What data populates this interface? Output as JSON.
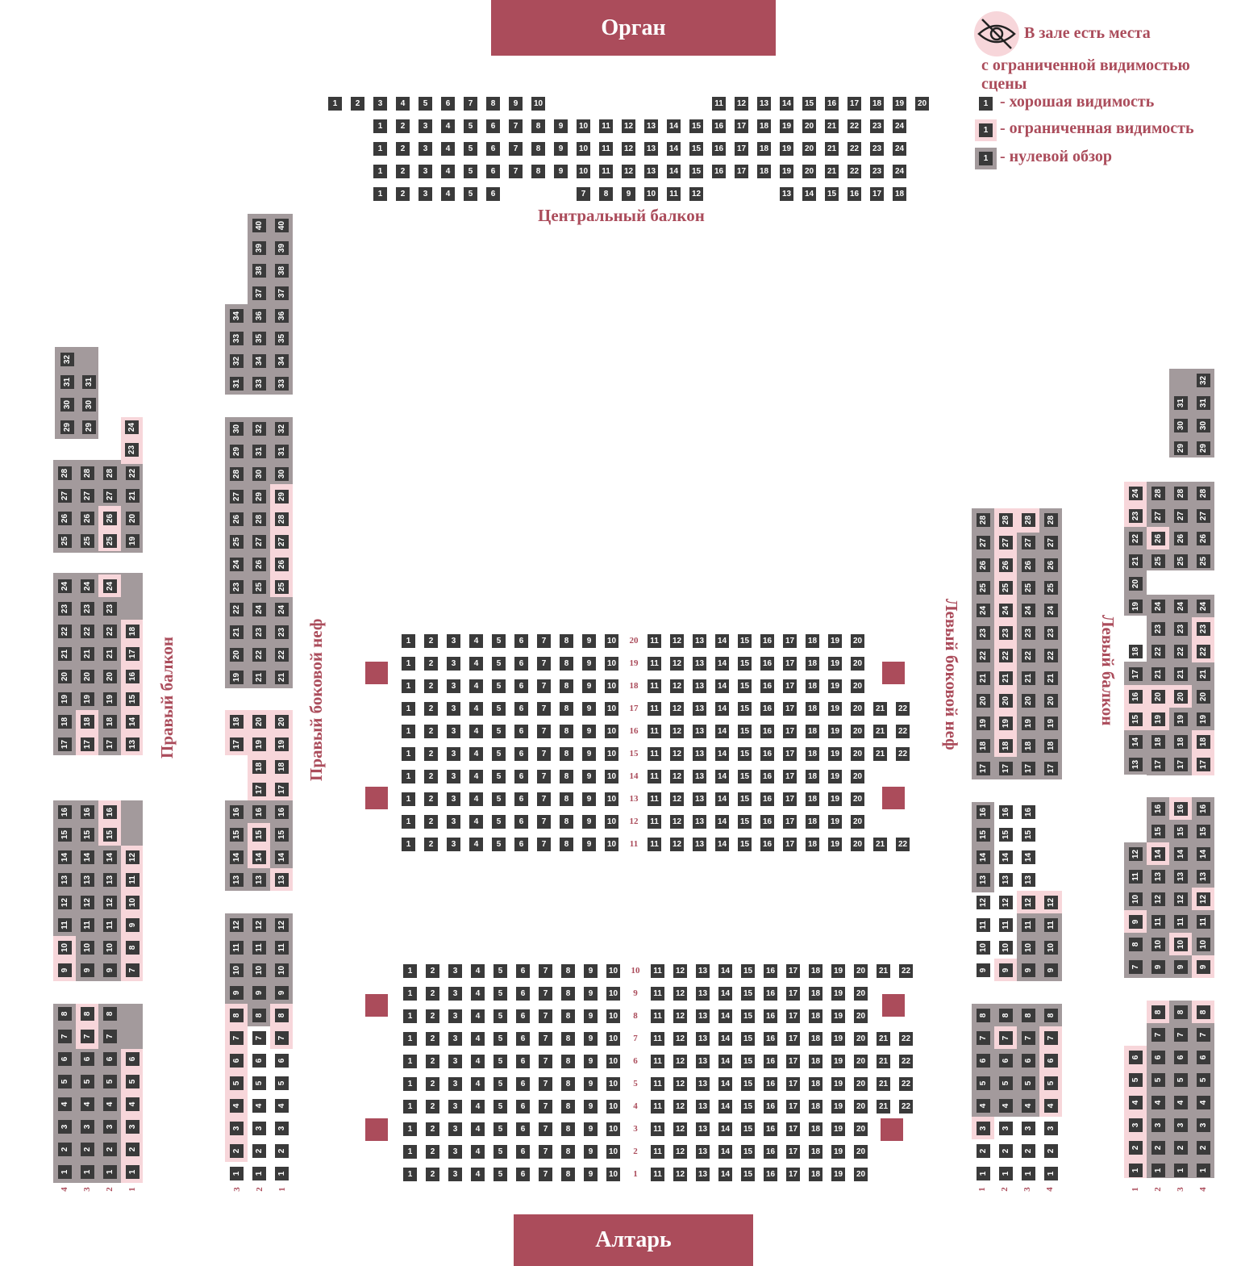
{
  "stage_top": "Орган",
  "stage_bottom": "Алтарь",
  "sections": {
    "central_balcony": "Центральный балкон",
    "right_balcony": "Правый балкон",
    "right_nave": "Правый боковой неф",
    "left_nave": "Левый боковой неф",
    "left_balcony": "Левый балкон"
  },
  "legend": {
    "title_line1": "В зале есть места",
    "title_line2": "с ограниченной видимостью",
    "title_line3": "сцены",
    "sample_seat": "1",
    "good": "- хорошая видимость",
    "limited": "- ограниченная видимость",
    "zero": "- нулевой обзор",
    "icon": "eye-crossed-icon"
  },
  "colors": {
    "accent": "#ab4c5b",
    "seat": "#3a3a3a",
    "limited": "#f7d6da",
    "zero": "#a39a9c"
  },
  "parterre": {
    "top_rows": [
      20,
      19,
      18,
      17,
      16,
      15,
      14,
      13,
      12,
      11
    ],
    "top_row_lengths": {
      "20": 20,
      "19": 20,
      "18": 20,
      "17": 22,
      "16": 22,
      "15": 22,
      "14": 20,
      "13": 20,
      "12": 20,
      "11": 22
    },
    "bottom_rows": [
      10,
      9,
      8,
      7,
      6,
      5,
      4,
      3,
      2,
      1
    ],
    "bottom_row_lengths": {
      "10": 22,
      "9": 20,
      "8": 20,
      "7": 22,
      "6": 22,
      "5": 22,
      "4": 22,
      "3": 20,
      "2": 20,
      "1": 20
    }
  },
  "central_balcony_rows": [
    {
      "seats": [
        1,
        2,
        3,
        4,
        5,
        6,
        7,
        8,
        9,
        10,
        11,
        12,
        13,
        14,
        15,
        16,
        17,
        18,
        19,
        20
      ]
    },
    {
      "seats": [
        1,
        2,
        3,
        4,
        5,
        6,
        7,
        8,
        9,
        10,
        11,
        12,
        13,
        14,
        15,
        16,
        17,
        18,
        19,
        20,
        21,
        22,
        23,
        24
      ]
    },
    {
      "seats": [
        1,
        2,
        3,
        4,
        5,
        6,
        7,
        8,
        9,
        10,
        11,
        12,
        13,
        14,
        15,
        16,
        17,
        18,
        19,
        20,
        21,
        22,
        23,
        24
      ]
    },
    {
      "seats": [
        1,
        2,
        3,
        4,
        5,
        6,
        7,
        8,
        9,
        10,
        11,
        12,
        13,
        14,
        15,
        16,
        17,
        18,
        19,
        20,
        21,
        22,
        23,
        24
      ]
    },
    {
      "seats": [
        1,
        2,
        3,
        4,
        5,
        6,
        7,
        8,
        9,
        10,
        11,
        12,
        13,
        14,
        15,
        16,
        17,
        18
      ]
    }
  ],
  "right_balcony_columns": [
    "4",
    "3",
    "2",
    "1"
  ],
  "right_nave_columns": [
    "3",
    "2",
    "1"
  ],
  "left_nave_columns": [
    "1",
    "2",
    "3",
    "4"
  ],
  "left_balcony_columns": [
    "1",
    "2",
    "3",
    "4"
  ]
}
